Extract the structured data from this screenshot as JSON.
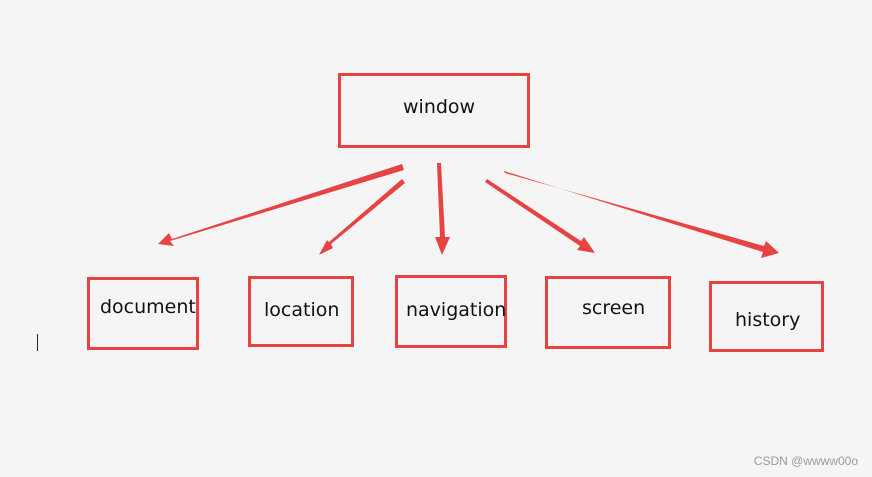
{
  "diagram": {
    "root": {
      "label": "window"
    },
    "children": [
      {
        "label": "document"
      },
      {
        "label": "location"
      },
      {
        "label": "navigation"
      },
      {
        "label": "screen"
      },
      {
        "label": "history"
      }
    ],
    "colors": {
      "stroke": "#e84343",
      "background": "#f5f5f5",
      "text": "#111111"
    }
  },
  "watermark": "CSDN @wwww00o"
}
